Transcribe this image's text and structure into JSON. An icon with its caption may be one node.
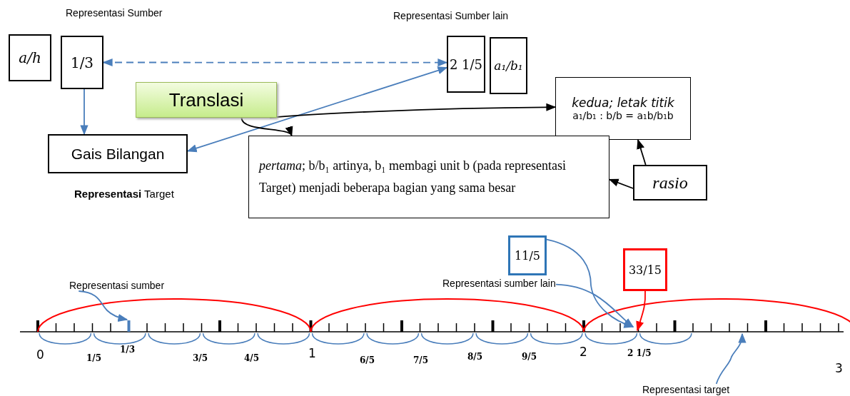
{
  "diagram": {
    "nodes": [
      {
        "text": [
          "a/h"
        ]
      },
      {
        "text": [
          "1/3"
        ]
      },
      {
        "text": [
          "2 1/5"
        ]
      },
      {
        "text": [
          "a₁/b₁"
        ]
      },
      {
        "text": [
          "Translasi"
        ]
      },
      {
        "text": [
          "Gais Bilangan"
        ]
      },
      {
        "text": [
          "kedua; letak titik",
          "a₁/b₁ : b/b = a₁b/b₁b"
        ]
      },
      {
        "text": [
          "*pertama*; b/b₁ artinya, b₁ membagi unit b (pada representasi Target) menjadi beberapa bagian yang sama besar"
        ]
      },
      {
        "text": [
          "rasio"
        ]
      },
      {
        "text": [
          "11/5"
        ]
      },
      {
        "text": [
          "33/15"
        ]
      },
      {
        "text": [
          "Representasi sumber"
        ]
      },
      {
        "text": [
          "Representasi sumber lain"
        ]
      },
      {
        "text": [
          "Representasi target"
        ]
      }
    ],
    "edges": [
      {
        "from": 1,
        "to": 2,
        "arrow": "both",
        "style": "dashed"
      },
      {
        "from": 1,
        "to": 5,
        "arrow": "to"
      },
      {
        "from": 5,
        "to": 2,
        "arrow": "both"
      },
      {
        "from": 4,
        "to": 6,
        "arrow": "to",
        "color": "#000000"
      },
      {
        "from": 4,
        "to": 7,
        "arrow": "to",
        "color": "#000000"
      },
      {
        "from": 8,
        "to": 6,
        "arrow": "to",
        "color": "#000000"
      },
      {
        "from": 8,
        "to": 7,
        "arrow": "to",
        "color": "#000000"
      },
      {
        "from": 11,
        "to": null,
        "arrow": "to"
      },
      {
        "from": 12,
        "to": null,
        "arrow": "to"
      },
      {
        "from": 9,
        "to": null,
        "arrow": "to"
      },
      {
        "from": 10,
        "to": null,
        "arrow": "to",
        "color": "#ff0000"
      },
      {
        "from": 13,
        "to": null,
        "arrow": "to"
      }
    ],
    "labels": [
      "Representasi Sumber",
      "Representasi Sumber lain",
      "**Representasi** Target",
      "0",
      "1/5",
      "1/3",
      "3/5",
      "4/5",
      "1",
      "6/5",
      "7/5",
      "8/5",
      "9/5",
      "2",
      "2 1/5",
      "3"
    ]
  }
}
